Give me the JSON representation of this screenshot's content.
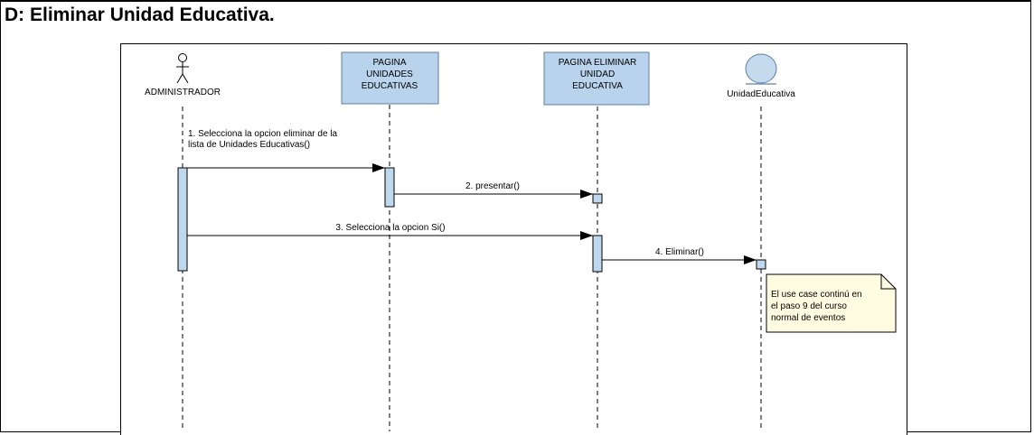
{
  "title": "D: Eliminar Unidad Educativa.",
  "colors": {
    "box_fill": "#b8d3eb",
    "box_stroke": "#5b7fa6",
    "activation_fill": "#bfd8ee",
    "note_fill": "#fffde1",
    "line": "#000000"
  },
  "participants": [
    {
      "type": "actor",
      "label": "ADMINISTRADOR",
      "icon": "stick-figure-icon"
    },
    {
      "type": "boundary",
      "label_lines": [
        "PAGINA",
        "UNIDADES",
        "EDUCATIVAS"
      ]
    },
    {
      "type": "boundary",
      "label_lines": [
        "PAGINA ELIMINAR",
        "UNIDAD",
        "EDUCATIVA"
      ]
    },
    {
      "type": "entity",
      "label": "UnidadEducativa",
      "icon": "entity-circle-icon"
    }
  ],
  "messages": [
    {
      "label_lines": [
        "1. Selecciona la opcion eliminar de la",
        "lista de Unidades Educativas()"
      ],
      "from": "ADMINISTRADOR",
      "to": "PAGINA UNIDADES EDUCATIVAS"
    },
    {
      "label_lines": [
        "2. presentar()"
      ],
      "from": "PAGINA UNIDADES EDUCATIVAS",
      "to": "PAGINA ELIMINAR UNIDAD EDUCATIVA"
    },
    {
      "label_lines": [
        "3. Selecciona la opcion Si()"
      ],
      "from": "ADMINISTRADOR",
      "to": "PAGINA ELIMINAR UNIDAD EDUCATIVA"
    },
    {
      "label_lines": [
        "4. Eliminar()"
      ],
      "from": "PAGINA ELIMINAR UNIDAD EDUCATIVA",
      "to": "UnidadEducativa"
    }
  ],
  "note": {
    "lines": [
      "El use case continú en",
      "el paso 9 del curso",
      "normal de eventos"
    ]
  }
}
